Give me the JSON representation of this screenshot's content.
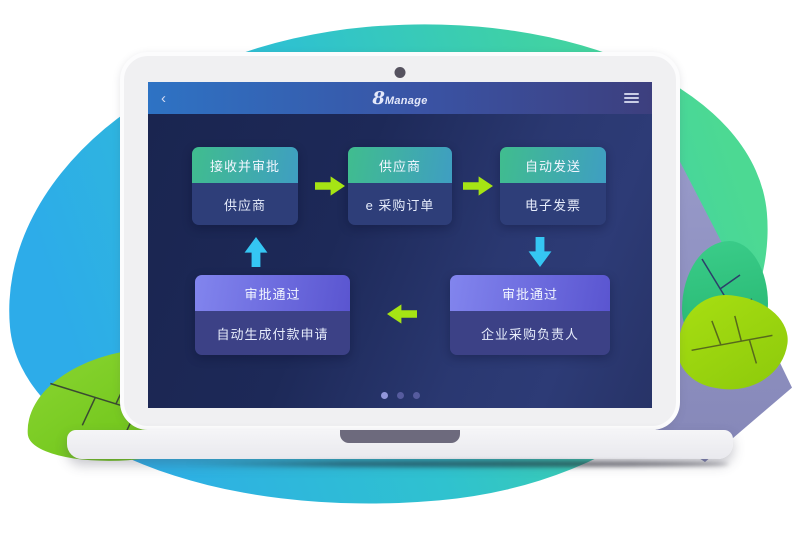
{
  "app": {
    "brand_prefix": "8",
    "brand_name": "Manage"
  },
  "appbar": {
    "back_icon": "‹",
    "menu_icon": "hamburger"
  },
  "flow": {
    "boxes": [
      {
        "id": "receive-approve",
        "header": "接收并审批",
        "body": "供应商",
        "style": "teal"
      },
      {
        "id": "supplier-order",
        "header": "供应商",
        "body": "e 采购订单",
        "style": "teal"
      },
      {
        "id": "auto-send",
        "header": "自动发送",
        "body": "电子发票",
        "style": "teal"
      },
      {
        "id": "approved-purchaser",
        "header": "审批通过",
        "body": "企业采购负责人",
        "style": "purple"
      },
      {
        "id": "approved-payment",
        "header": "审批通过",
        "body": "自动生成付款申请",
        "style": "purple"
      }
    ],
    "arrows": [
      {
        "from": "receive-approve",
        "to": "supplier-order",
        "dir": "right",
        "color": "#a6e414"
      },
      {
        "from": "supplier-order",
        "to": "auto-send",
        "dir": "right",
        "color": "#a6e414"
      },
      {
        "from": "auto-send",
        "to": "approved-purchaser",
        "dir": "down",
        "color": "#35c6f3"
      },
      {
        "from": "approved-purchaser",
        "to": "approved-payment",
        "dir": "left",
        "color": "#a6e414"
      },
      {
        "from": "approved-payment",
        "to": "receive-approve",
        "dir": "up",
        "color": "#35c6f3"
      }
    ]
  },
  "pagination": {
    "dot_count": 3,
    "active_index": 0
  },
  "colors": {
    "appbar_gradient": [
      "#2e73c4",
      "#3d3f7e"
    ],
    "screen_bg": [
      "#1a2550",
      "#2d3b76"
    ],
    "teal_header": [
      "#40bd8e",
      "#3f9ec2"
    ],
    "purple_header": [
      "#8285ee",
      "#5a55d0"
    ],
    "box_body_top": "#2e3e79",
    "box_body_bottom": "#3c4186",
    "arrow_lime": "#a6e414",
    "arrow_cyan": "#35c6f3",
    "blob_gradient": [
      "#2dace9",
      "#4cd993"
    ],
    "purple_shape": "#989ac9"
  }
}
